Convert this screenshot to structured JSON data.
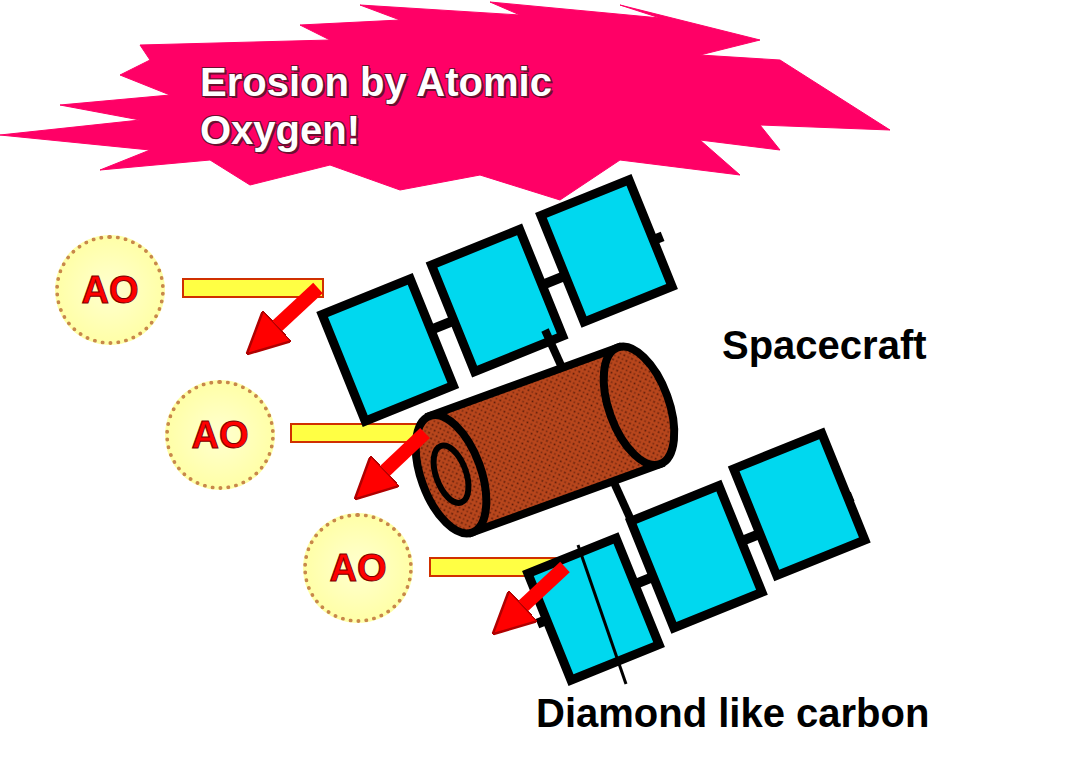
{
  "diagram": {
    "title": "Erosion by Atomic Oxygen!",
    "nodes": [
      {
        "text": [
          "AO"
        ]
      },
      {
        "text": [
          "AO"
        ]
      },
      {
        "text": [
          "AO"
        ]
      }
    ],
    "labels": [
      "Spacecraft",
      "Diamond like carbon"
    ]
  }
}
